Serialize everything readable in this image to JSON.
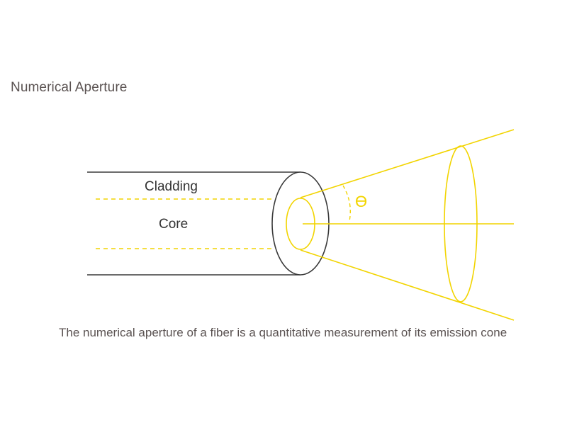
{
  "title": "Numerical Aperture",
  "labels": {
    "cladding": "Cladding",
    "core": "Core",
    "angle": "ϴ"
  },
  "caption": "The numerical aperture of a fiber is a quantitative measurement of its emission cone",
  "colors": {
    "fiber_outline": "#3a3a3a",
    "light_cone": "#f2d400",
    "text": "#5a5251"
  }
}
